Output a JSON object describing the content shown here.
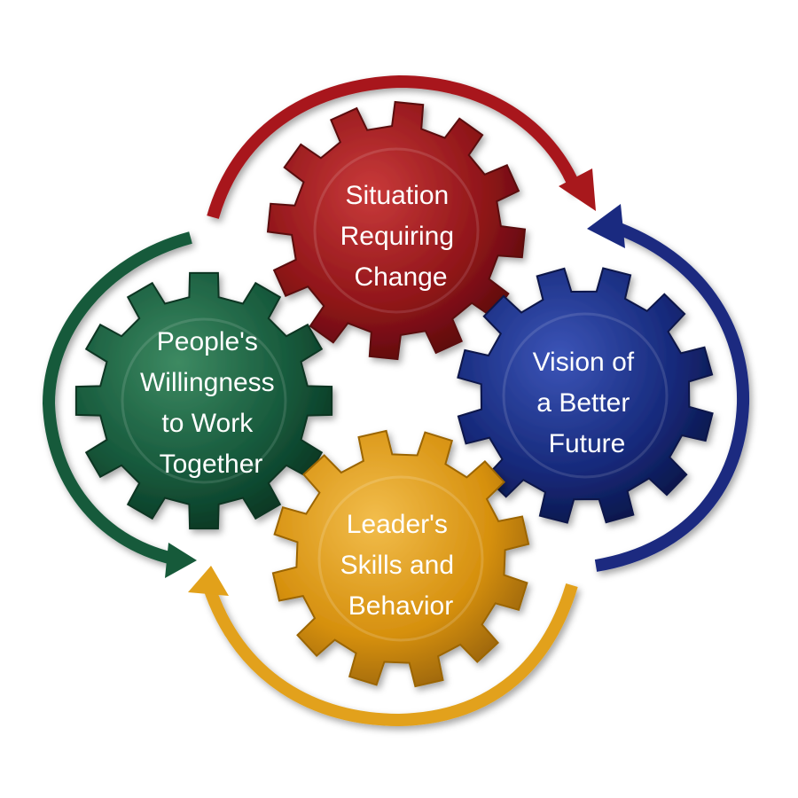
{
  "gears": [
    {
      "id": "situation",
      "lines": [
        "Situation",
        "Requiring",
        "Change"
      ],
      "color": "#8e1418",
      "light": "#c93a3a",
      "dark": "#5a0a0d"
    },
    {
      "id": "vision",
      "lines": [
        "Vision of",
        "a Better",
        "Future"
      ],
      "color": "#16297a",
      "light": "#3c55b8",
      "dark": "#0b1648"
    },
    {
      "id": "leader",
      "lines": [
        "Leader's",
        "Skills and",
        "Behavior"
      ],
      "color": "#d6900e",
      "light": "#f2bd4c",
      "dark": "#9b6506"
    },
    {
      "id": "people",
      "lines": [
        "People's",
        "Willingness",
        "to Work",
        "Together"
      ],
      "color": "#15573a",
      "light": "#3d8a62",
      "dark": "#0a3522"
    }
  ],
  "arrows": [
    {
      "id": "top",
      "color": "#a8181c"
    },
    {
      "id": "right",
      "color": "#1a2a80"
    },
    {
      "id": "bottom",
      "color": "#e2a11a"
    },
    {
      "id": "left",
      "color": "#165a3a"
    }
  ]
}
